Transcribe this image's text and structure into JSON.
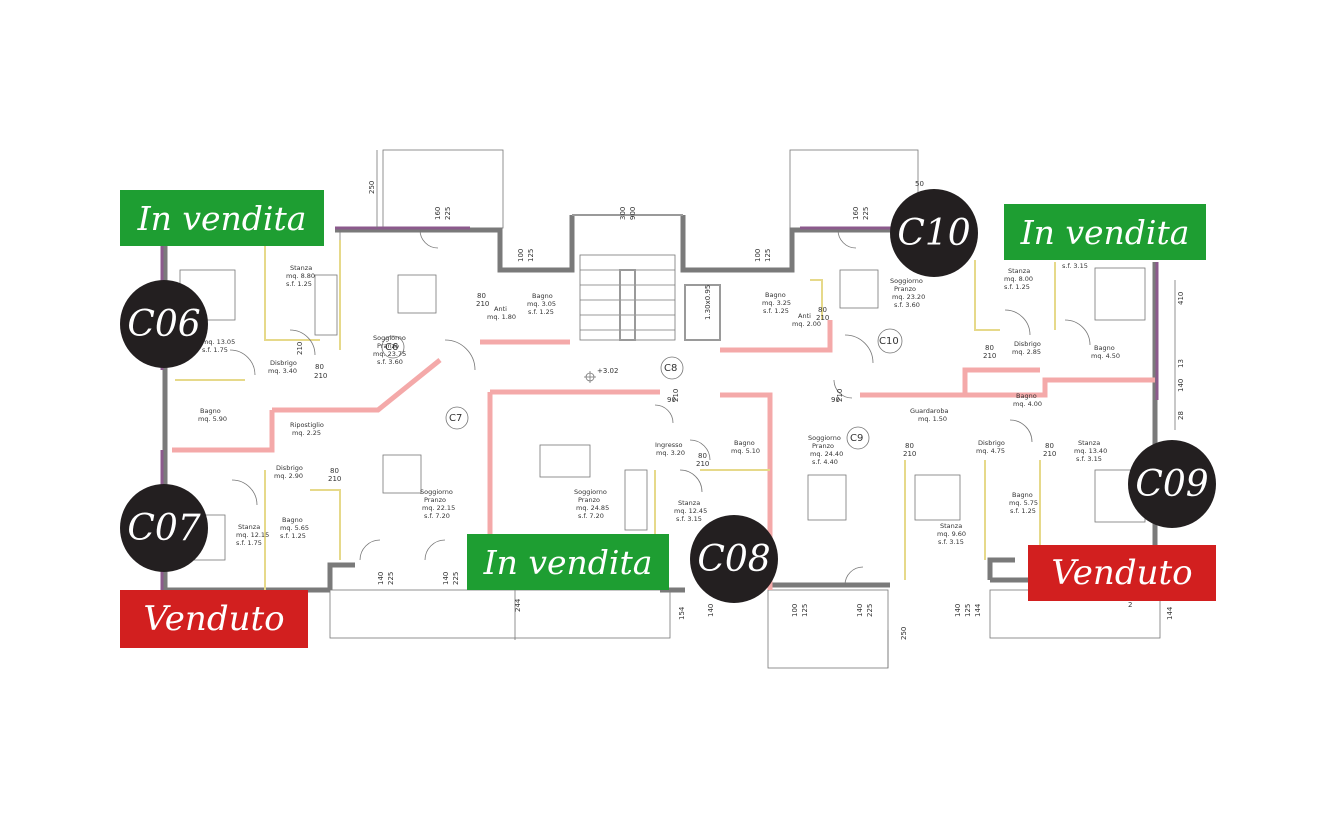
{
  "badges": {
    "c06_status": "In vendita",
    "c07_status": "Venduto",
    "c08_status": "In vendita",
    "c09_status": "Venduto",
    "c10_status": "In vendita"
  },
  "units": {
    "c06": "C06",
    "c07": "C07",
    "c08": "C08",
    "c09": "C09",
    "c10": "C10"
  },
  "plan_tags": {
    "c6": "C6",
    "c7": "C7",
    "c8": "C8",
    "c9": "C9",
    "c10": "C10"
  },
  "level": "+3.02",
  "rooms": {
    "stanza_c06": [
      "Stanza",
      "mq. 8.80",
      "s.f. 1.25"
    ],
    "stanza_c06b": [
      "mq. 13.05",
      "s.f. 1.75"
    ],
    "disbrigo_c06": [
      "Disbrigo",
      "mq. 3.40"
    ],
    "bagno_c06": [
      "Bagno",
      "mq. 5.90"
    ],
    "soggiorno_c06": [
      "Soggiorno",
      "Pranzo",
      "mq. 23.75",
      "s.f. 3.60"
    ],
    "anti_c06": [
      "Anti",
      "mq. 1.80"
    ],
    "bagno_c06b": [
      "Bagno",
      "mq. 3.05",
      "s.f. 1.25"
    ],
    "ripostiglio_c07": [
      "Ripostiglio",
      "mq. 2.25"
    ],
    "disbrigo_c07": [
      "Disbrigo",
      "mq. 2.90"
    ],
    "stanza_c07": [
      "Stanza",
      "mq. 12.15",
      "s.f. 1.75"
    ],
    "bagno_c07": [
      "Bagno",
      "mq. 5.65",
      "s.f. 1.25"
    ],
    "soggiorno_c07": [
      "Soggiorno",
      "Pranzo",
      "mq. 22.15",
      "s.f. 7.20"
    ],
    "soggiorno_c08": [
      "Soggiorno",
      "Pranzo",
      "mq. 24.85",
      "s.f. 7.20"
    ],
    "ingresso_c08": [
      "Ingresso",
      "mq. 3.20"
    ],
    "bagno_c08": [
      "Bagno",
      "mq. 5.10"
    ],
    "stanza_c08": [
      "Stanza",
      "mq. 12.45",
      "s.f. 3.15"
    ],
    "bagno_c10a": [
      "Bagno",
      "mq. 3.25",
      "s.f. 1.25"
    ],
    "anti_c10": [
      "Anti",
      "mq. 2.00"
    ],
    "soggiorno_c10": [
      "Soggiorno",
      "Pranzo",
      "mq. 23.20",
      "s.f. 3.60"
    ],
    "stanza_c10": [
      "Stanza",
      "mq. 8.00",
      "s.f. 1.25"
    ],
    "stanza_c10b": [
      "s.f. 3.15"
    ],
    "disbrigo_c10": [
      "Disbrigo",
      "mq. 2.85"
    ],
    "bagno_c10b": [
      "Bagno",
      "mq. 4.50"
    ],
    "guardaroba_c09": [
      "Guardaroba",
      "mq. 1.50"
    ],
    "bagno_c09a": [
      "Bagno",
      "mq. 4.00"
    ],
    "soggiorno_c09": [
      "Soggiorno",
      "Pranzo",
      "mq. 24.40",
      "s.f. 4.40"
    ],
    "disbrigo_c09": [
      "Disbrigo",
      "mq. 4.75"
    ],
    "stanza_c09": [
      "Stanza",
      "mq. 13.40",
      "s.f. 3.15"
    ],
    "bagno_c09b": [
      "Bagno",
      "mq. 5.75",
      "s.f. 1.25"
    ],
    "stanza_c09b": [
      "Stanza",
      "mq. 9.60",
      "s.f. 3.15"
    ]
  },
  "dims": {
    "d250": "250",
    "d160": "160",
    "d225": "225",
    "d300": "300",
    "d900": "900",
    "d100": "100",
    "d125": "125",
    "d80": "80",
    "d210": "210",
    "d90": "90",
    "d140": "140",
    "d244": "244",
    "d154": "154",
    "d144": "144",
    "d410": "410",
    "d130x095": "1.30x0.95",
    "d13": "13",
    "d28": "28",
    "d2": "2",
    "d50": "50"
  }
}
